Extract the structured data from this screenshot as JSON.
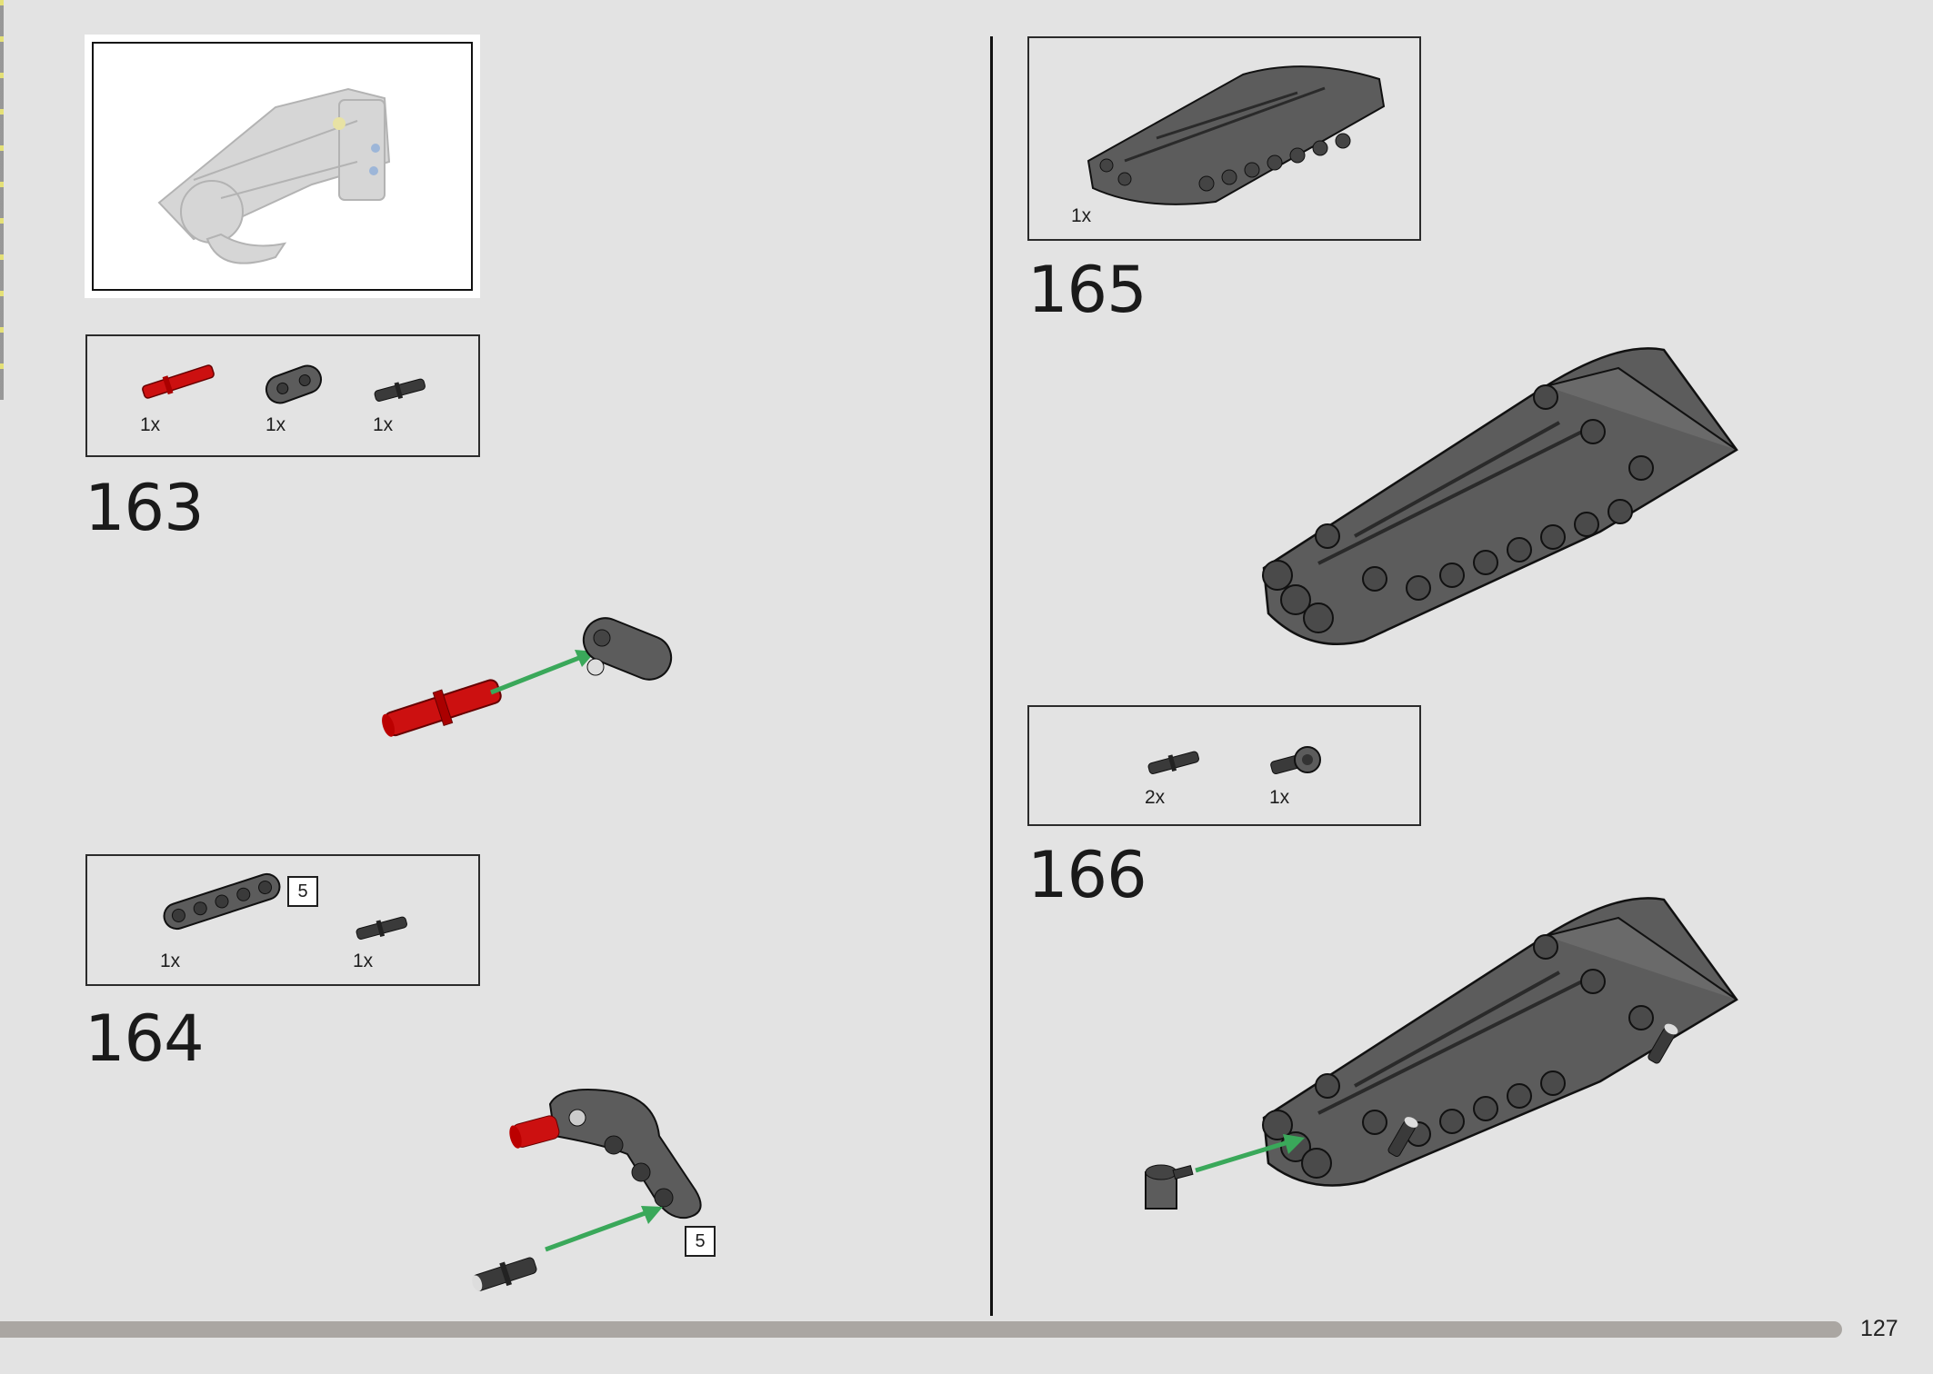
{
  "page": {
    "number": "127"
  },
  "overview": {
    "label": "model-overview-image"
  },
  "steps": [
    {
      "number": "163",
      "parts": [
        {
          "qty": "1x",
          "name": "red-axle-pin",
          "color": "#cc1010"
        },
        {
          "qty": "1x",
          "name": "dark-gray-2-hole-beam",
          "color": "#5a5a5a"
        },
        {
          "qty": "1x",
          "name": "black-friction-pin",
          "color": "#3a3a3a"
        }
      ]
    },
    {
      "number": "164",
      "parts": [
        {
          "qty": "1x",
          "name": "dark-gray-5-hole-beam",
          "color": "#5a5a5a",
          "length": "5"
        },
        {
          "qty": "1x",
          "name": "black-friction-pin",
          "color": "#3a3a3a"
        }
      ],
      "callout_length": "5"
    },
    {
      "number": "165",
      "parts": [
        {
          "qty": "1x",
          "name": "dark-gray-wing-panel",
          "color": "#5a5a5a"
        }
      ]
    },
    {
      "number": "166",
      "parts": [
        {
          "qty": "2x",
          "name": "black-friction-pin",
          "color": "#3a3a3a"
        },
        {
          "qty": "1x",
          "name": "dark-gray-axle-connector",
          "color": "#5a5a5a"
        }
      ]
    }
  ],
  "colors": {
    "arrow": "#3aa85a",
    "part_red": "#cc1010",
    "part_gray": "#5c5c5c",
    "outline": "#1a1a1a"
  }
}
